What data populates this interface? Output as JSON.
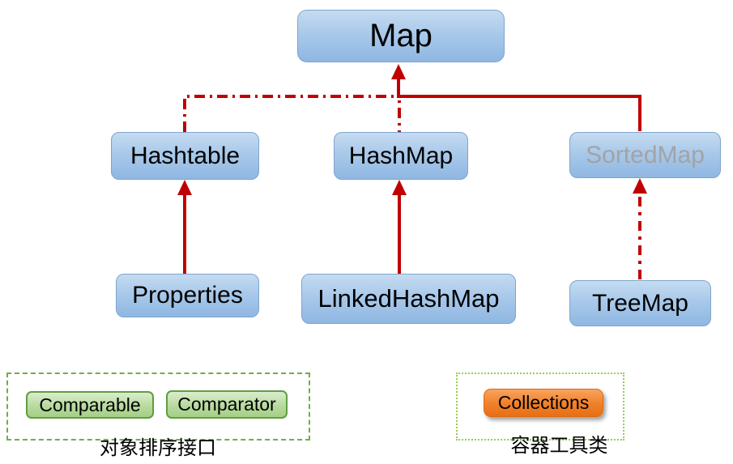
{
  "diagram": {
    "nodes": {
      "map": "Map",
      "hashtable": "Hashtable",
      "hashmap": "HashMap",
      "sortedmap": "SortedMap",
      "properties": "Properties",
      "linkedhashmap": "LinkedHashMap",
      "treemap": "TreeMap"
    },
    "edges": [
      {
        "from": "Hashtable",
        "to": "Map",
        "style": "dash-dot",
        "arrow": true
      },
      {
        "from": "HashMap",
        "to": "Map",
        "style": "dash-dot",
        "arrow": true
      },
      {
        "from": "SortedMap",
        "to": "Map",
        "style": "solid",
        "arrow": true
      },
      {
        "from": "Properties",
        "to": "Hashtable",
        "style": "solid",
        "arrow": true
      },
      {
        "from": "LinkedHashMap",
        "to": "HashMap",
        "style": "solid",
        "arrow": true
      },
      {
        "from": "TreeMap",
        "to": "SortedMap",
        "style": "dash-dot",
        "arrow": true
      }
    ],
    "legends": {
      "sorting": {
        "caption": "对象排序接口",
        "items": [
          "Comparable",
          "Comparator"
        ]
      },
      "utility": {
        "caption": "容器工具类",
        "items": [
          "Collections"
        ]
      }
    },
    "colors": {
      "edge_red": "#c00000",
      "node_blue_top": "#c5dbf1",
      "node_blue_bottom": "#8fb7e2",
      "node_blue_border": "#7ea5cd",
      "muted_node_text": "#a3a3a3",
      "legend_dashed_green": "#6fae4a",
      "legend_dotted_green": "#93d14e",
      "interface_green": "#a9d18e",
      "utility_orange": "#ed7d31"
    }
  }
}
